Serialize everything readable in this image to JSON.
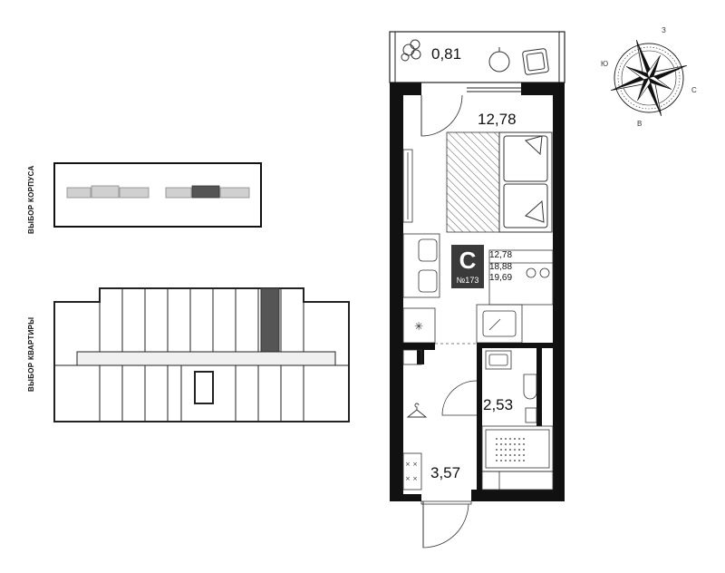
{
  "selectors": {
    "building_label": "ВЫБОР КОРПУСА",
    "apartment_label": "ВЫБОР КВАРТИРЫ"
  },
  "plan": {
    "balcony_area": "0,81",
    "room_area": "12,78",
    "bathroom_area": "2,53",
    "hall_area": "3,57"
  },
  "apartment": {
    "type_letter": "С",
    "number": "№173",
    "areas": [
      "12,78",
      "18,88",
      "19,69"
    ]
  },
  "compass": {
    "north": "З",
    "west": "Ю",
    "east": "С",
    "south": "В"
  },
  "colors": {
    "wall": "#111111",
    "selected": "#555555",
    "badge": "#3a3a3a"
  }
}
